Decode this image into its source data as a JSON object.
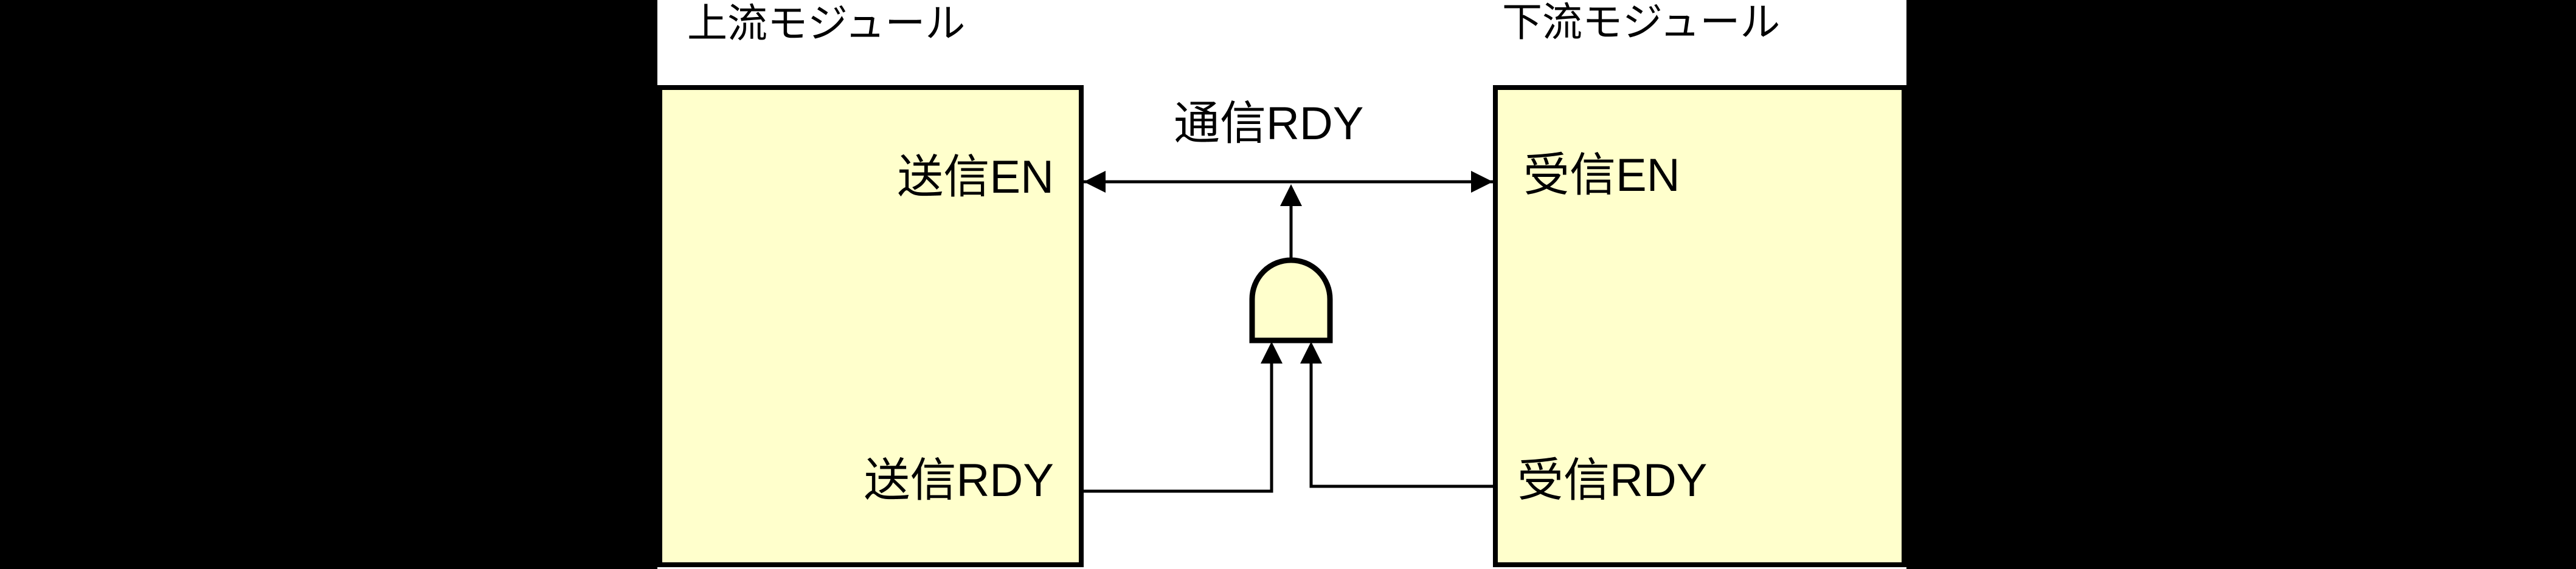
{
  "colors": {
    "background": "#000000",
    "canvas": "#ffffff",
    "module-fill": "#ffffcc",
    "line": "#000000",
    "text": "#000000"
  },
  "modules": {
    "upstream": {
      "title": "上流モジュール",
      "signal_en": "送信EN",
      "signal_rdy": "送信RDY"
    },
    "downstream": {
      "title": "下流モジュール",
      "signal_en": "受信EN",
      "signal_rdy": "受信RDY"
    }
  },
  "connections": {
    "comm_rdy_label": "通信RDY",
    "gate_type": "AND"
  }
}
